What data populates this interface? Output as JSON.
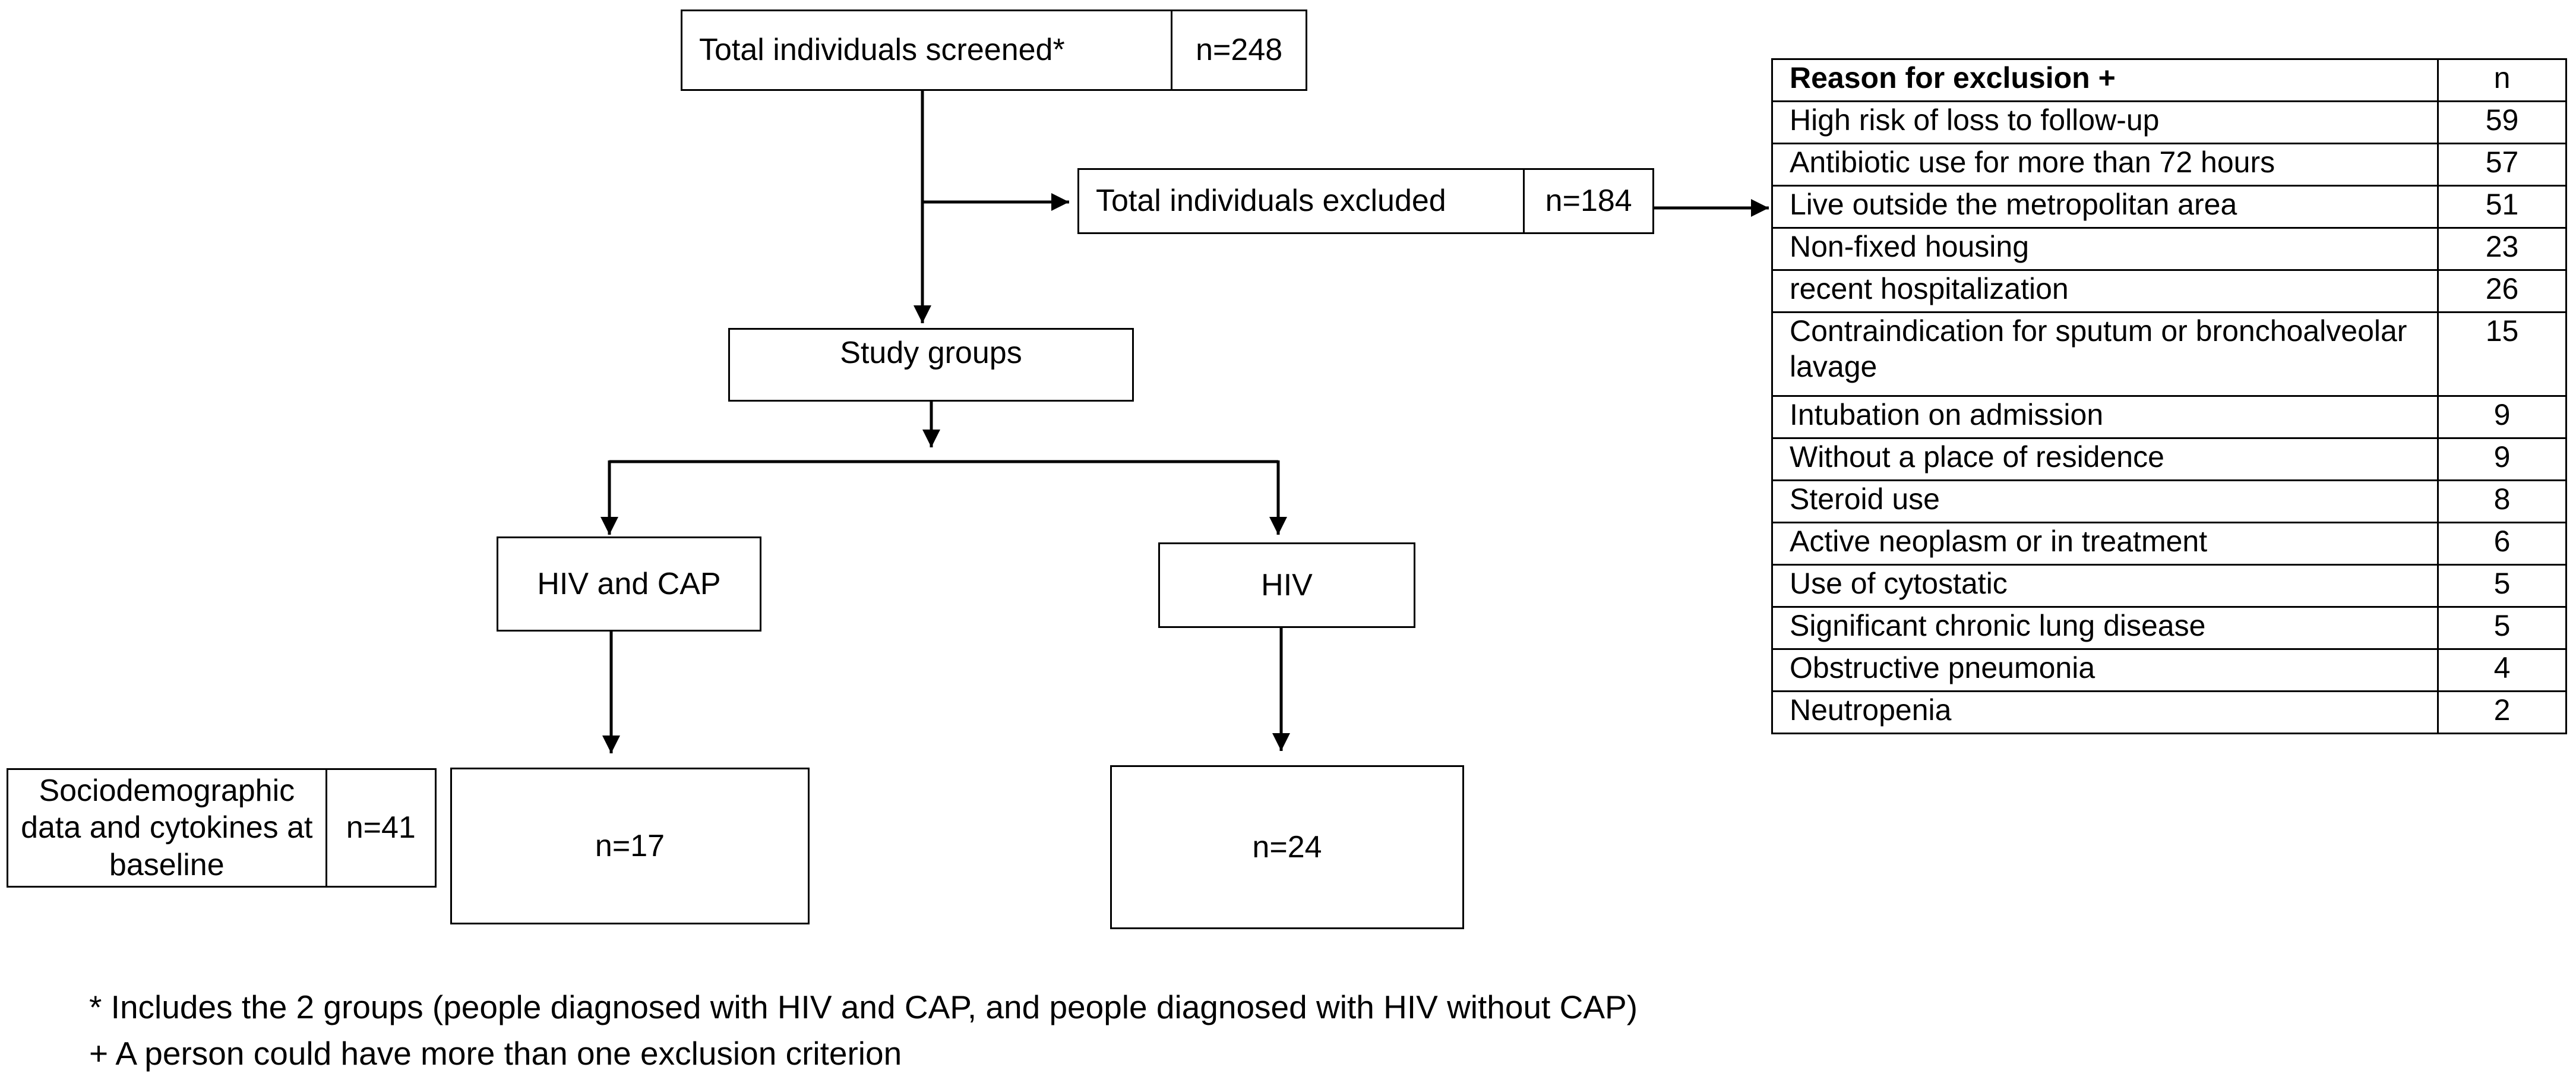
{
  "screened": {
    "label": "Total individuals screened*",
    "n": "n=248"
  },
  "excluded": {
    "label": "Total individuals excluded",
    "n": "n=184"
  },
  "study_groups": {
    "label": "Study groups"
  },
  "groups": [
    {
      "label": "HIV and CAP",
      "n": "n=17"
    },
    {
      "label": "HIV",
      "n": "n=24"
    }
  ],
  "baseline": {
    "label": "Sociodemographic data and cytokines at baseline",
    "n": "n=41"
  },
  "exclusion_table": {
    "header": {
      "reason": "Reason for exclusion +",
      "n": "n"
    },
    "rows": [
      {
        "reason": "High risk of loss to follow-up",
        "n": "59"
      },
      {
        "reason": "Antibiotic use for more than 72 hours",
        "n": "57"
      },
      {
        "reason": "Live outside the metropolitan area",
        "n": "51"
      },
      {
        "reason": "Non-fixed housing",
        "n": "23"
      },
      {
        "reason": "recent hospitalization",
        "n": "26"
      },
      {
        "reason": "Contraindication for sputum or bronchoalveolar lavage",
        "n": "15"
      },
      {
        "reason": "Intubation on admission",
        "n": "9"
      },
      {
        "reason": "Without a place of residence",
        "n": "9"
      },
      {
        "reason": "Steroid use",
        "n": "8"
      },
      {
        "reason": "Active neoplasm or in treatment",
        "n": "6"
      },
      {
        "reason": "Use of cytostatic",
        "n": "5"
      },
      {
        "reason": "Significant chronic lung disease",
        "n": "5"
      },
      {
        "reason": "Obstructive pneumonia",
        "n": "4"
      },
      {
        "reason": "Neutropenia",
        "n": "2"
      }
    ]
  },
  "footnotes": [
    "* Includes the 2 groups (people diagnosed with HIV and CAP, and people diagnosed with HIV without CAP)",
    "+ A person could have more than one exclusion criterion"
  ]
}
